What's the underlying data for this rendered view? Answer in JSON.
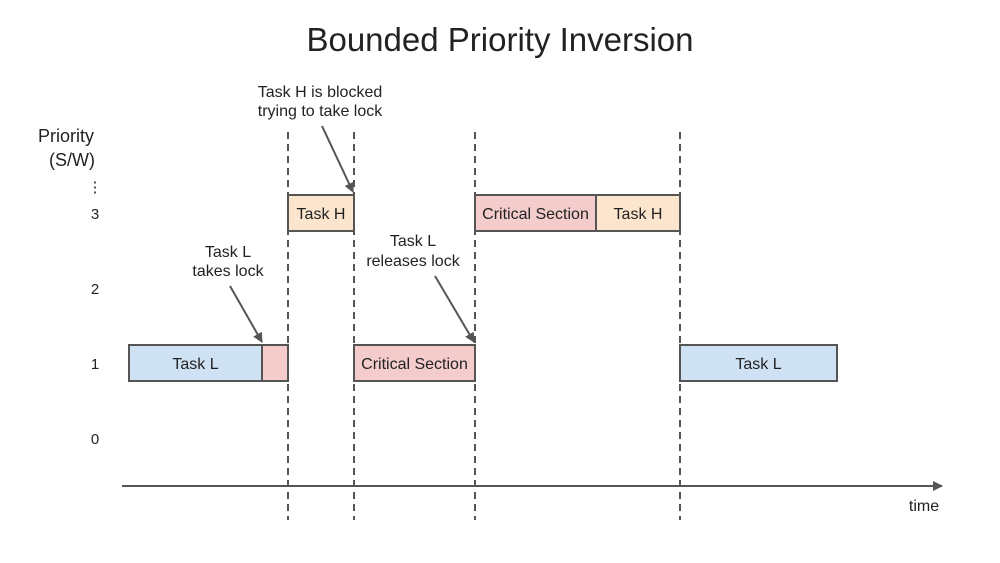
{
  "title": "Bounded Priority Inversion",
  "y_axis": {
    "title_line1": "Priority",
    "title_line2": "(S/W)",
    "ellipsis": "⋮",
    "levels": [
      "3",
      "2",
      "1",
      "0"
    ]
  },
  "x_axis": {
    "label": "time"
  },
  "blocks": [
    {
      "label": "Task L",
      "color": "#cfe2f3"
    },
    {
      "label": "",
      "color": "#f4cccc"
    },
    {
      "label": "Task H",
      "color": "#fce5cd"
    },
    {
      "label": "Critical Section",
      "color": "#f4cccc"
    },
    {
      "label": "Critical Section",
      "color": "#f4cccc"
    },
    {
      "label": "Task H",
      "color": "#fce5cd"
    },
    {
      "label": "Task L",
      "color": "#cfe2f3"
    }
  ],
  "annotations": {
    "task_l_takes_lock": [
      "Task L",
      "takes lock"
    ],
    "task_h_blocked": [
      "Task H is blocked",
      "trying to take lock"
    ],
    "task_l_releases_lock": [
      "Task L",
      "releases lock"
    ]
  },
  "colors": {
    "task_l": "#cfe2f3",
    "task_h": "#fce5cd",
    "critical_section": "#f4cccc",
    "line": "#555555"
  }
}
